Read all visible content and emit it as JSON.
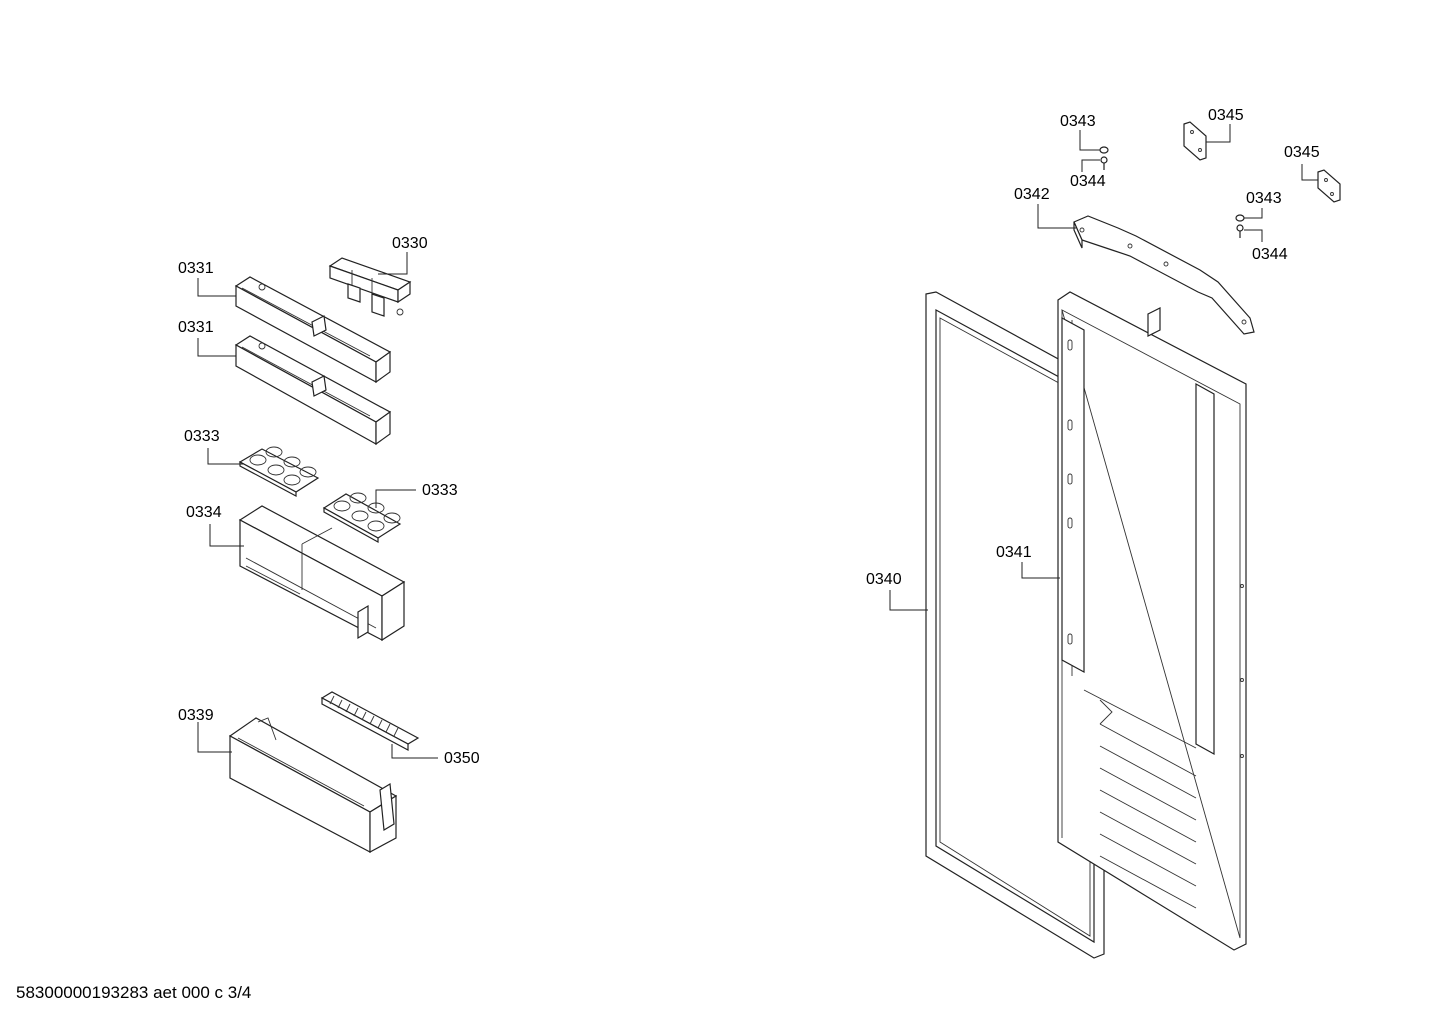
{
  "footer": {
    "document_code": "58300000193283 aet 000 c 3/4"
  },
  "callouts": [
    {
      "id": "c0330",
      "text": "0330"
    },
    {
      "id": "c0331a",
      "text": "0331"
    },
    {
      "id": "c0331b",
      "text": "0331"
    },
    {
      "id": "c0333a",
      "text": "0333"
    },
    {
      "id": "c0333b",
      "text": "0333"
    },
    {
      "id": "c0334",
      "text": "0334"
    },
    {
      "id": "c0339",
      "text": "0339"
    },
    {
      "id": "c0350",
      "text": "0350"
    },
    {
      "id": "c0340",
      "text": "0340"
    },
    {
      "id": "c0341",
      "text": "0341"
    },
    {
      "id": "c0342",
      "text": "0342"
    },
    {
      "id": "c0343a",
      "text": "0343"
    },
    {
      "id": "c0344a",
      "text": "0344"
    },
    {
      "id": "c0343b",
      "text": "0343"
    },
    {
      "id": "c0344b",
      "text": "0344"
    },
    {
      "id": "c0345a",
      "text": "0345"
    },
    {
      "id": "c0345b",
      "text": "0345"
    }
  ]
}
